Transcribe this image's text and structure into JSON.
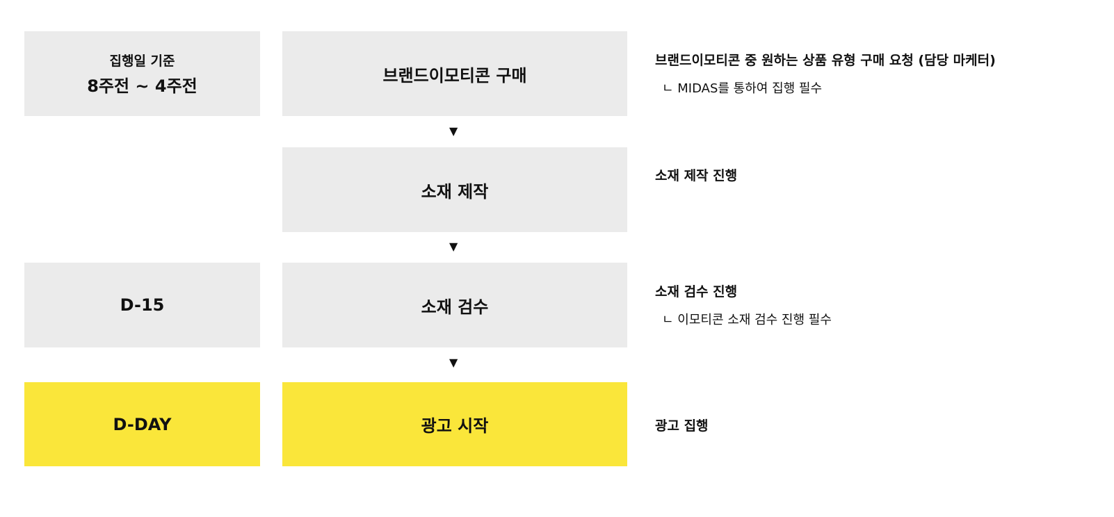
{
  "rows": [
    {
      "timing_label": "집행일 기준",
      "timing": "8주전 ~ 4주전",
      "step": "브랜드이모티콘 구매",
      "note": "브랜드이모티콘 중 원하는 상품 유형 구매 요청 (담당 마케터)",
      "sub": "ㄴ MIDAS를 통하여 집행 필수"
    },
    {
      "step": "소재 제작",
      "note": "소재 제작 진행"
    },
    {
      "timing": "D-15",
      "step": "소재 검수",
      "note": "소재 검수 진행",
      "sub": "ㄴ 이모티콘 소재 검수 진행 필수"
    },
    {
      "timing": "D-DAY",
      "step": "광고 시작",
      "note": "광고 집행"
    }
  ],
  "arrow": "▼",
  "colors": {
    "gray": "#ebebeb",
    "highlight": "#fae63a"
  }
}
